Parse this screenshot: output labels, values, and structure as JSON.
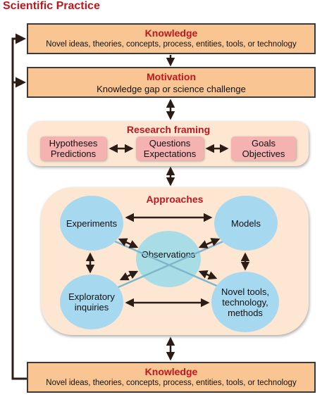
{
  "title": "Scientific Practice",
  "knowledge_top": {
    "heading": "Knowledge",
    "text": "Novel ideas, theories, concepts, process, entities, tools, or technology"
  },
  "motivation": {
    "heading": "Motivation",
    "text": "Knowledge gap or science challenge"
  },
  "research_framing": {
    "heading": "Research framing",
    "items": [
      {
        "line1": "Hypotheses",
        "line2": "Predictions"
      },
      {
        "line1": "Questions",
        "line2": "Expectations"
      },
      {
        "line1": "Goals",
        "line2": "Objectives"
      }
    ]
  },
  "approaches": {
    "heading": "Approaches",
    "experiments": "Experiments",
    "models": "Models",
    "observations": "Observations",
    "exploratory": {
      "line1": "Exploratory",
      "line2": "inquiries"
    },
    "novel_tools": {
      "line1": "Novel tools,",
      "line2": "technology,",
      "line3": "methods"
    }
  },
  "knowledge_bottom": {
    "heading": "Knowledge",
    "text": "Novel ideas, theories, concepts, process, entities, tools, or technology"
  },
  "colors": {
    "accent_red": "#c0161d",
    "box_orange": "#f9c592",
    "panel_peach": "#fde7d3",
    "pill_pink": "#f4b2b0",
    "circle_blue": "#a6d8f0",
    "arrow_dark": "#2b1d16"
  }
}
